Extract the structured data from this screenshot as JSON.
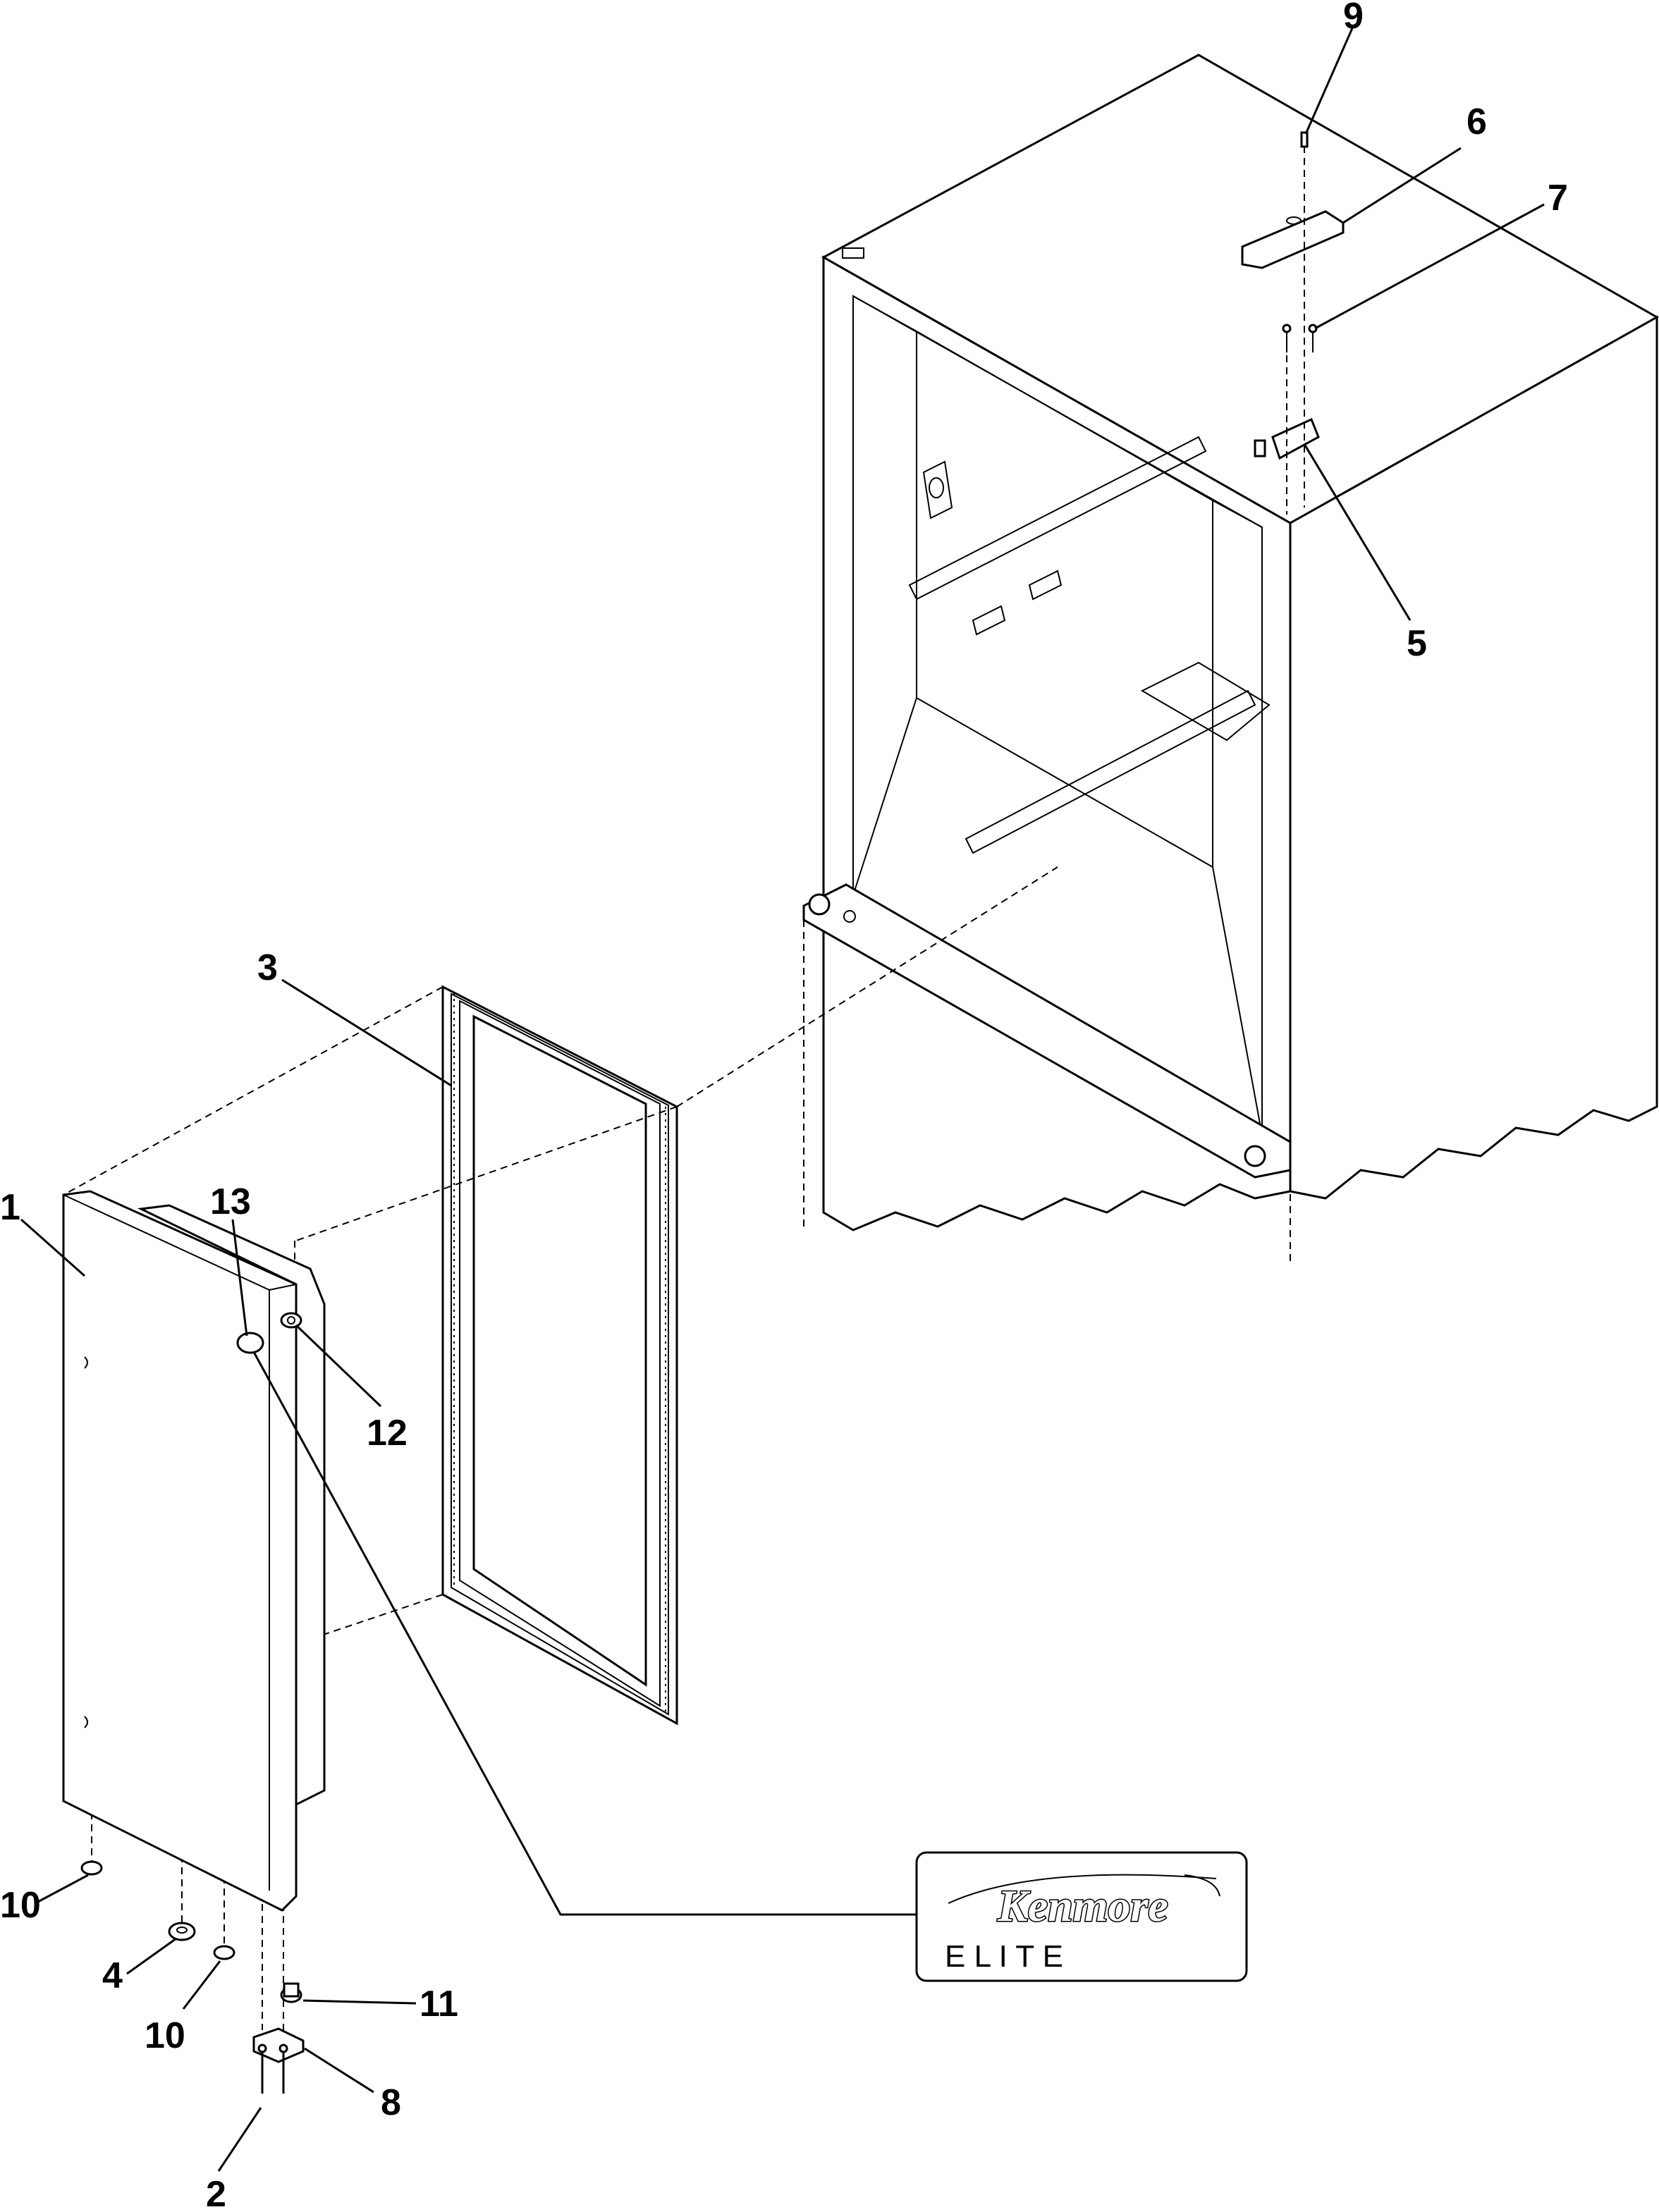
{
  "callouts": {
    "c1": "1",
    "c2": "2",
    "c3": "3",
    "c4": "4",
    "c5": "5",
    "c6": "6",
    "c7": "7",
    "c8": "8",
    "c9": "9",
    "c10a": "10",
    "c10b": "10",
    "c11": "11",
    "c12": "12",
    "c13": "13"
  },
  "badge": {
    "brand": "Kenmore",
    "line": "E L I T E"
  }
}
